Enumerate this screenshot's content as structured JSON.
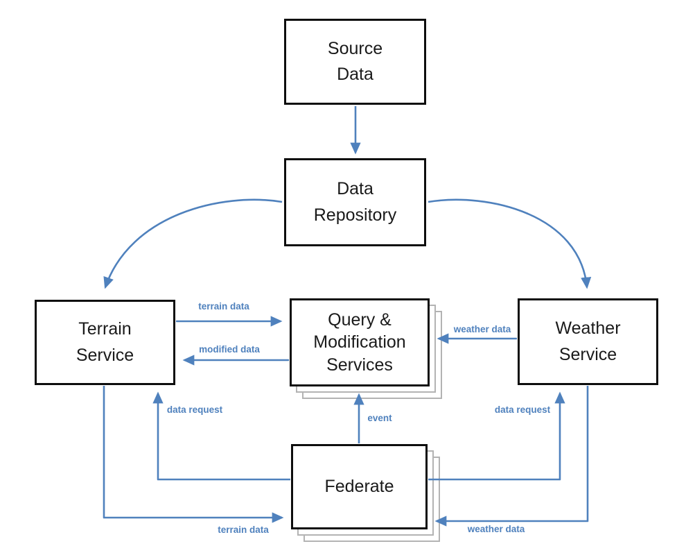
{
  "nodes": {
    "source_data": {
      "label": "Source\nData"
    },
    "data_repository": {
      "label": "Data\nRepository"
    },
    "terrain_service": {
      "label": "Terrain\nService"
    },
    "query_services": {
      "label": "Query &\nModification\nServices"
    },
    "weather_service": {
      "label": "Weather\nService"
    },
    "federate": {
      "label": "Federate"
    }
  },
  "edges": {
    "terrain_to_query": {
      "label": "terrain data"
    },
    "query_to_terrain": {
      "label": "modified data"
    },
    "weather_to_query": {
      "label": "weather data"
    },
    "federate_to_terrain": {
      "label": "data request"
    },
    "federate_to_query": {
      "label": "event"
    },
    "federate_to_weather": {
      "label": "data request"
    },
    "terrain_to_federate": {
      "label": "terrain data"
    },
    "weather_to_federate": {
      "label": "weather data"
    }
  },
  "colors": {
    "arrow": "#4f81bd",
    "edge_label_text": "#4f81bd",
    "node_border": "#0d0d0d",
    "stack_shadow_border": "#b3b3b3",
    "node_fill": "#ffffff"
  }
}
